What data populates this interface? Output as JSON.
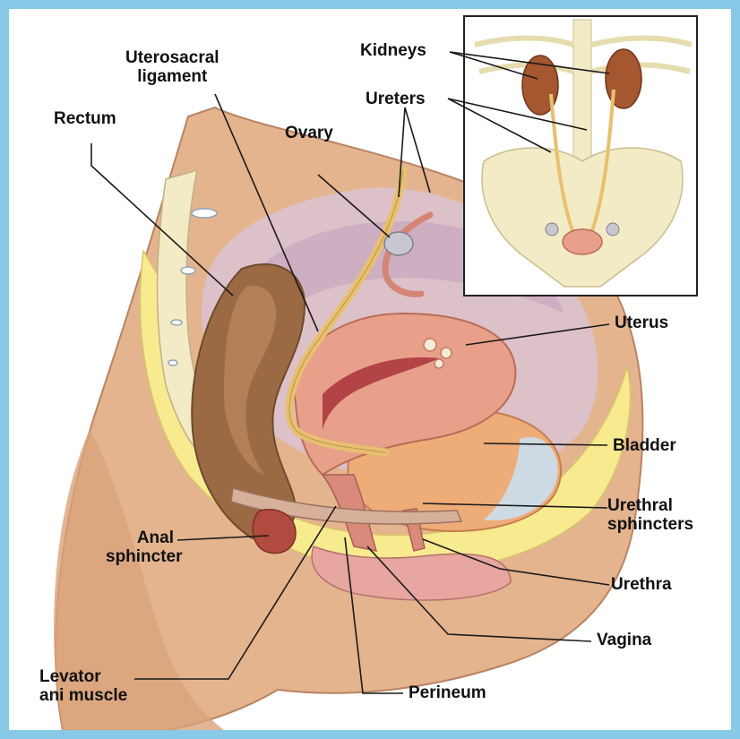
{
  "colors": {
    "frame": "#87c9e6",
    "skin": "#e4b48f",
    "skin_dark": "#c98e66",
    "fat": "#f7ea8f",
    "rectum": "#9b6a44",
    "uterus": "#e8a08a",
    "bladder": "#eeac78",
    "ureter": "#e8c070",
    "kidney": "#a5572f",
    "bone": "#f3ebc6",
    "leader": "#1a1a1a"
  },
  "labels": {
    "uterosacral": "Uterosacral\nligament",
    "rectum": "Rectum",
    "ovary": "Ovary",
    "kidneys": "Kidneys",
    "ureters": "Ureters",
    "uterus": "Uterus",
    "bladder": "Bladder",
    "urethral_sphincters": "Urethral\nsphincters",
    "anal_sphincter": "Anal\nsphincter",
    "urethra": "Urethra",
    "vagina": "Vagina",
    "levator": "Levator\nani muscle",
    "perineum": "Perineum"
  },
  "icons": {
    "main": "pelvic-anatomy-illustration",
    "inset": "urinary-tract-inset"
  }
}
